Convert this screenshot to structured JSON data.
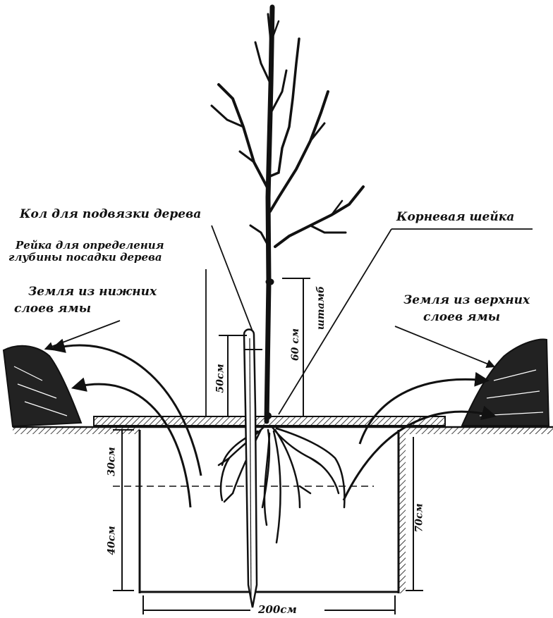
{
  "labels": {
    "stake": "Кол для подвязки дерева",
    "rail_line1": "Рейка для определения",
    "rail_line2": "глубины посадки дерева",
    "lower_soil_line1": "Земля из нижних",
    "lower_soil_line2": "слоев  ямы",
    "root_collar": "Корневая шейка",
    "upper_soil_line1": "Земля из верхних",
    "upper_soil_line2": "слоев ямы"
  },
  "dimensions": {
    "stake_height": "50см",
    "trunk_height": "60 см",
    "trunk_word": "штамб",
    "upper_depth": "30см",
    "lower_depth": "40см",
    "total_depth": "70см",
    "pit_width": "200см"
  },
  "colors": {
    "ink": "#111111",
    "paper": "#ffffff"
  }
}
